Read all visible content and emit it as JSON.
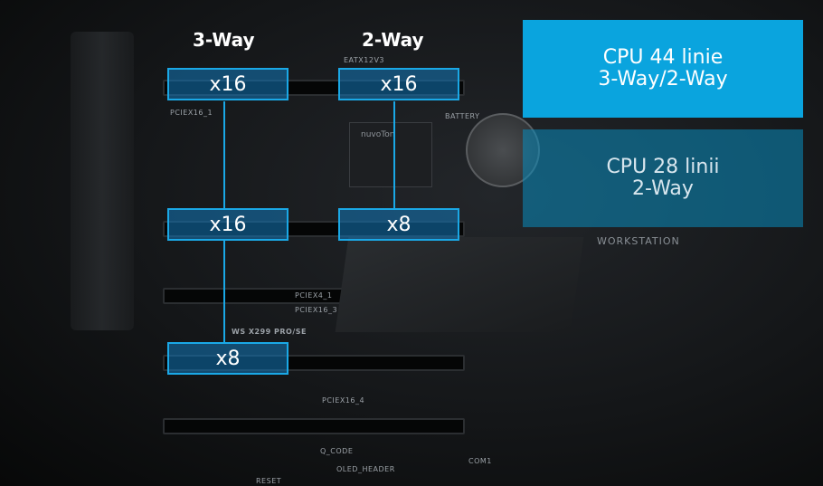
{
  "headers": {
    "three_way": "3-Way",
    "two_way": "2-Way"
  },
  "slots": {
    "row1_left": "x16",
    "row1_right": "x16",
    "row2_left": "x16",
    "row2_right": "x8",
    "row3_left": "x8"
  },
  "cpu_panels": {
    "cpu44": {
      "line1": "CPU 44 linie",
      "line2": "3-Way/2-Way"
    },
    "cpu28": {
      "line1": "CPU 28 linii",
      "line2": "2-Way"
    }
  },
  "board_markings": {
    "eatx": "EATX12V3",
    "battery": "BATTERY",
    "pciex16_1": "PCIEX16_1",
    "pciex4_1": "PCIEX4_1",
    "pciex16_3": "PCIEX16_3",
    "pciex16_4": "PCIEX16_4",
    "model": "WS X299 PRO/SE",
    "workstation": "WORKSTATION",
    "q_code": "Q_CODE",
    "oled_header": "OLED_HEADER",
    "reset": "RESET",
    "com1": "COM1",
    "chip_brand": "nuvoTon"
  },
  "colors": {
    "accent": "#1aa8e6",
    "panel_primary": "#0aa4de"
  }
}
